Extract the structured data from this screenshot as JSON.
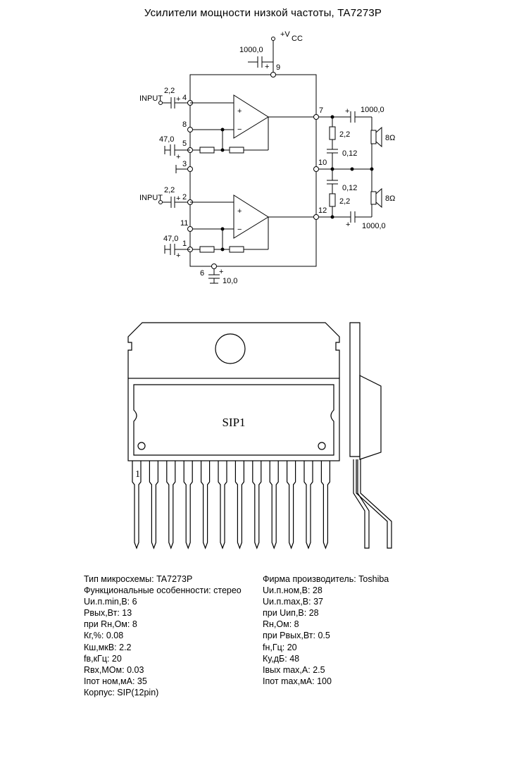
{
  "title": "Усилители мощности низкой частоты, TA7273P",
  "schematic": {
    "vcc_label": "+V",
    "vcc_sub": "CC",
    "input_label": "INPUT",
    "plus": "+",
    "minus": "−",
    "pins": [
      "1",
      "2",
      "3",
      "4",
      "5",
      "6",
      "7",
      "8",
      "9",
      "10",
      "11",
      "12"
    ],
    "c_supply": "1000,0",
    "c_input_1": "2,2",
    "c_input_2": "2,2",
    "c_fb_1": "47,0",
    "c_fb_2": "47,0",
    "c_ripple": "10,0",
    "c_out_1": "1000,0",
    "c_out_2": "1000,0",
    "r_zobel_1": "2,2",
    "r_zobel_2": "2,2",
    "c_zobel_1": "0,12",
    "c_zobel_2": "0,12",
    "spk_1": "8Ω",
    "spk_2": "8Ω"
  },
  "package": {
    "name": "SIP1",
    "pin1_label": "1"
  },
  "specs_left": [
    "Тип микросхемы: TA7273P",
    "Функциональные особенности: стерео",
    "Uи.п.min,В: 6",
    "Pвых,Вт: 13",
    "при Rн,Ом: 8",
    "Кг,%: 0.08",
    "Кш,мкВ: 2.2",
    "fв,кГц: 20",
    "Rвх,МОм: 0.03",
    "Iпот ном,мА: 35",
    "Корпус: SIP(12pin)"
  ],
  "specs_right": [
    "Фирма производитель: Toshiba",
    "Uи.п.ном,В: 28",
    "Uи.п.max,В: 37",
    "при Uип,В: 28",
    "Rн,Ом: 8",
    "при Pвых,Вт: 0.5",
    "fн,Гц: 20",
    "Ку,дБ: 48",
    "Iвых max,А: 2.5",
    "Iпот max,мА: 100"
  ]
}
